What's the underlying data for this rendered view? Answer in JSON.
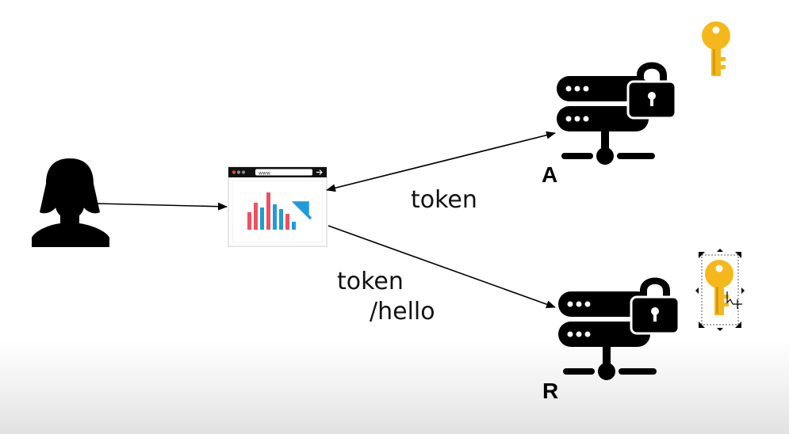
{
  "browser": {
    "url_text": "www."
  },
  "servers": {
    "auth": {
      "letter": "A"
    },
    "resource": {
      "letter": "R"
    }
  },
  "edges": {
    "browser_auth_label": "token",
    "browser_resource_label_line1": "token",
    "browser_resource_label_line2": "/hello"
  },
  "icons": {
    "user": "user-silhouette-icon",
    "browser": "browser-window-icon",
    "server": "server-lock-icon",
    "key": "key-icon"
  },
  "colors": {
    "key": "#f5b81c",
    "bar_red": "#f05060",
    "bar_blue": "#1f9bdc",
    "selection": "#000000"
  }
}
